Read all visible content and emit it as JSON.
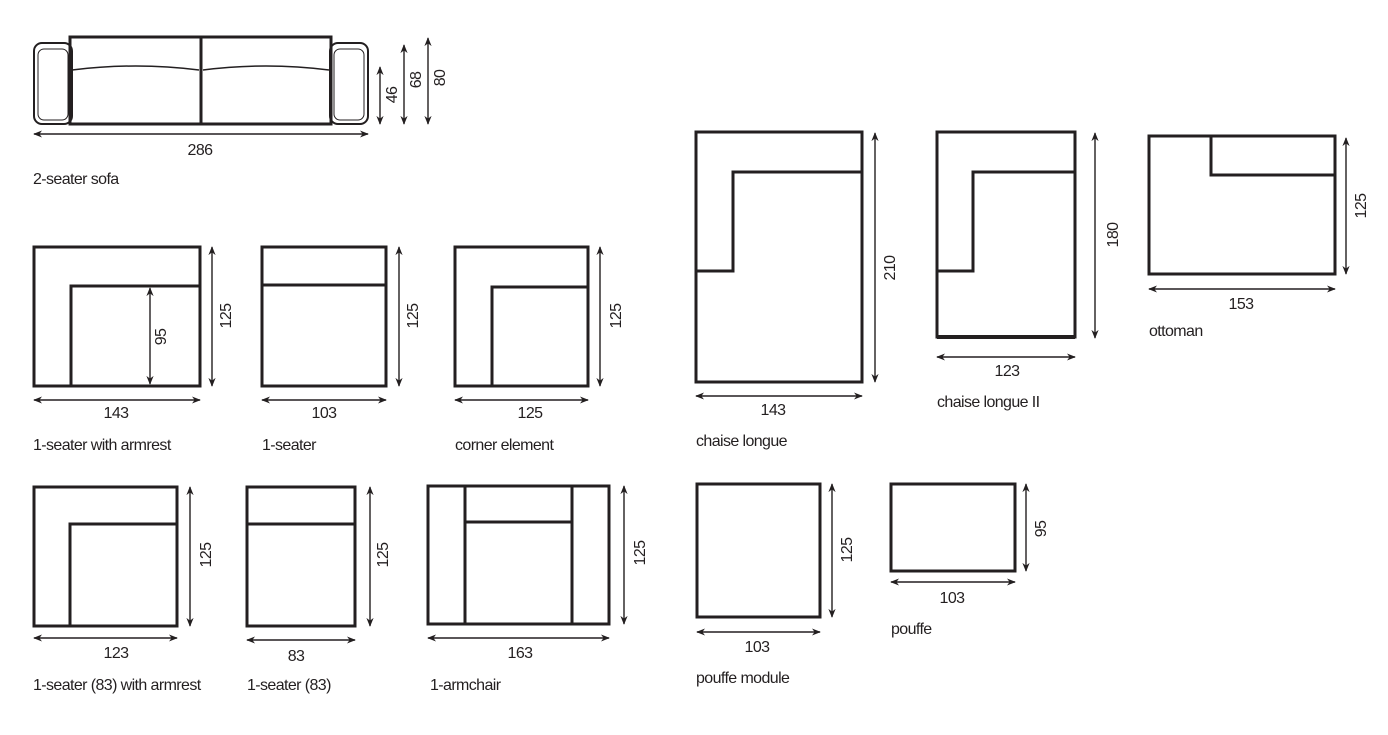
{
  "modules": {
    "sofa": {
      "name": "2-seater sofa",
      "width": "286",
      "h1": "46",
      "h2": "68",
      "h3": "80"
    },
    "seater_armrest": {
      "name": "1-seater with armrest",
      "width": "143",
      "depth": "125",
      "seat": "95"
    },
    "seater": {
      "name": "1-seater",
      "width": "103",
      "depth": "125"
    },
    "corner": {
      "name": "corner element",
      "width": "125",
      "depth": "125"
    },
    "seater83_armrest": {
      "name": "1-seater (83) with armrest",
      "width": "123",
      "depth": "125"
    },
    "seater83": {
      "name": "1-seater (83)",
      "width": "83",
      "depth": "125"
    },
    "armchair": {
      "name": "1-armchair",
      "width": "163",
      "depth": "125"
    },
    "chaise": {
      "name": "chaise longue",
      "width": "143",
      "depth": "210"
    },
    "chaise2": {
      "name": "chaise longue II",
      "width": "123",
      "depth": "180"
    },
    "ottoman": {
      "name": "ottoman",
      "width": "153",
      "depth": "125"
    },
    "pouffe_module": {
      "name": "pouffe module",
      "width": "103",
      "depth": "125"
    },
    "pouffe": {
      "name": "pouffe",
      "width": "103",
      "depth": "95"
    }
  }
}
